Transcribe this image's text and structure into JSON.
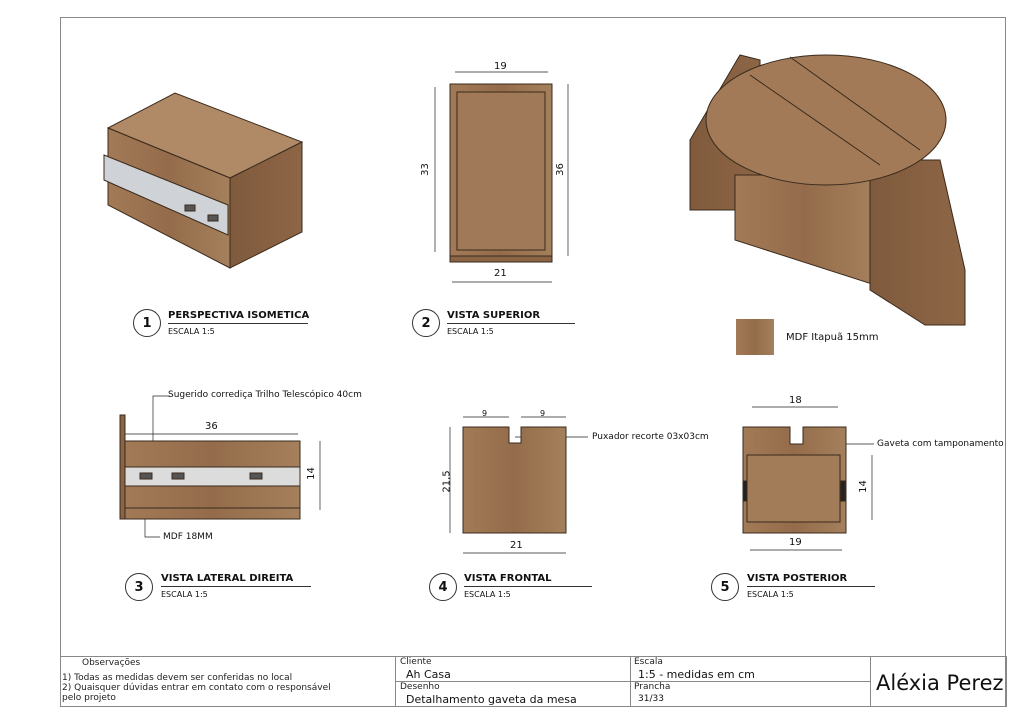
{
  "views": [
    {
      "number": "1",
      "title": "PERSPECTIVA ISOMETICA",
      "scale": "ESCALA 1:5"
    },
    {
      "number": "2",
      "title": "VISTA SUPERIOR",
      "scale": "ESCALA 1:5"
    },
    {
      "number": "3",
      "title": "VISTA LATERAL DIREITA",
      "scale": "ESCALA 1:5"
    },
    {
      "number": "4",
      "title": "VISTA FRONTAL",
      "scale": "ESCALA 1:5"
    },
    {
      "number": "5",
      "title": "VISTA POSTERIOR",
      "scale": "ESCALA 1:5"
    }
  ],
  "dims": {
    "top_width": "19",
    "top_depth_inner": "33",
    "top_depth_outer": "36",
    "top_bottom_width": "21",
    "side_length": "36",
    "side_height": "14",
    "front_left": "9",
    "front_right": "9",
    "front_height": "21,5",
    "front_width": "21",
    "back_top": "18",
    "back_height": "14",
    "back_width": "19"
  },
  "annotations": {
    "rail": "Sugerido corrediça Trilho Telescópico 40cm",
    "mdf": "MDF 18MM",
    "handle": "Puxador recorte 03x03cm",
    "back": "Gaveta com tamponamento"
  },
  "material": {
    "label": "MDF Itapuã 15mm",
    "color": "#9c7452"
  },
  "title_block": {
    "obs_label": "Observações",
    "obs_1": "1) Todas as medidas devem ser conferidas no local",
    "obs_2": "2) Quaisquer dúvidas entrar em contato com o responsável",
    "obs_3": "pelo projeto",
    "client_label": "Cliente",
    "client": "Ah Casa",
    "drawing_label": "Desenho",
    "drawing": "Detalhamento gaveta da mesa",
    "scale_label": "Escala",
    "scale": "1:5 - medidas em cm",
    "sheet_label": "Prancha",
    "sheet": "31/33",
    "author": "Aléxia Perez"
  }
}
